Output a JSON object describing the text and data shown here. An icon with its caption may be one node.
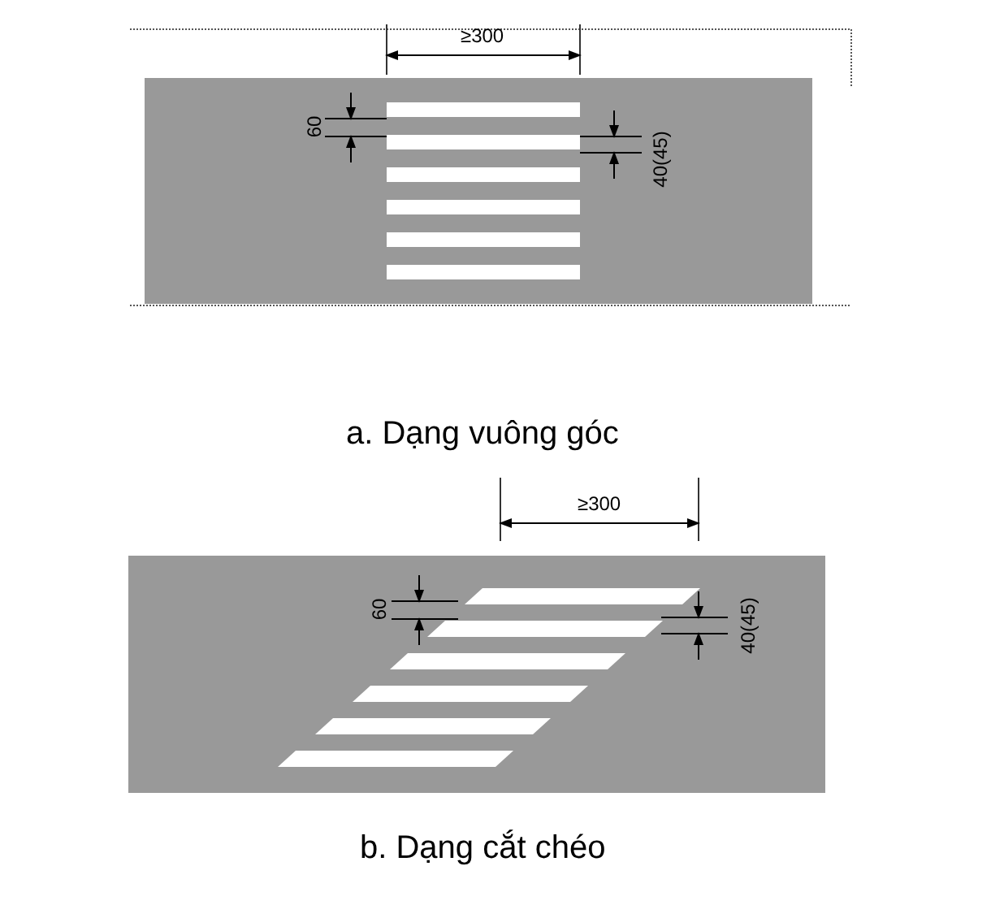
{
  "diagram": {
    "labels": [
      "≥300",
      "60",
      "40(45)",
      "a. Dạng vuông góc",
      "≥300",
      "60",
      "40(45)",
      "b. Dạng cắt chéo"
    ]
  }
}
